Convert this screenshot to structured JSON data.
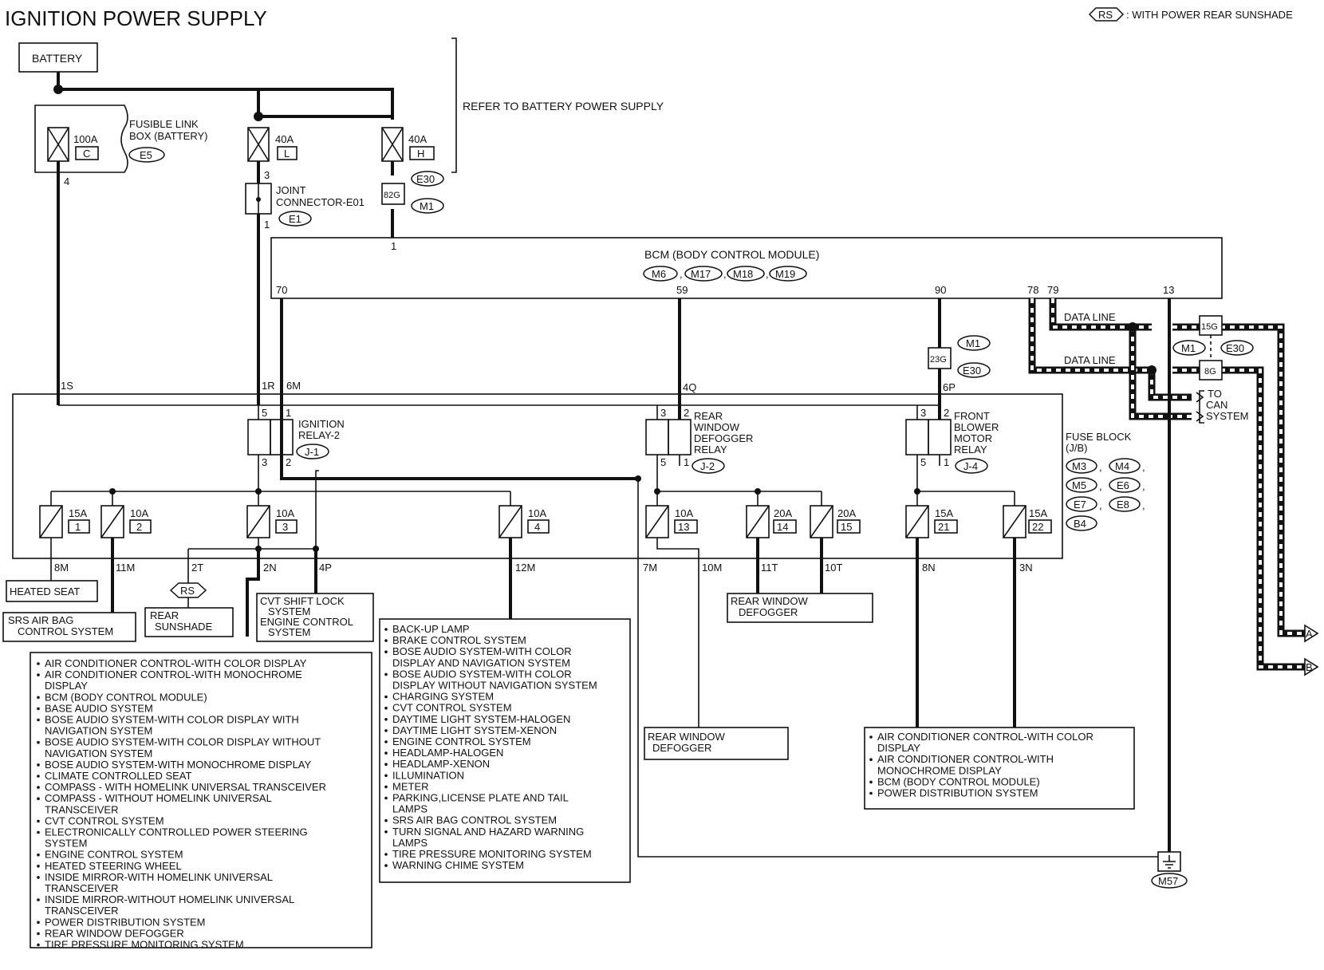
{
  "title": "IGNITION POWER SUPPLY",
  "legend": {
    "code": "RS",
    "text": ": WITH POWER REAR SUNSHADE"
  },
  "battery": "BATTERY",
  "refer_note": "REFER TO BATTERY POWER SUPPLY",
  "fusible_link": {
    "label1": "FUSIBLE LINK",
    "label2": "BOX (BATTERY)",
    "connector": "E5",
    "links": [
      {
        "amp": "100A",
        "letter": "C"
      },
      {
        "amp": "40A",
        "letter": "L"
      },
      {
        "amp": "40A",
        "letter": "H"
      }
    ]
  },
  "joint_connector": {
    "label1": "JOINT",
    "label2": "CONNECTOR-E01",
    "connector": "E1"
  },
  "terminals": {
    "t4": "4",
    "t3": "3",
    "t1": "1",
    "t1b": "1",
    "t70": "70",
    "t59": "59",
    "t90": "90",
    "t78": "78",
    "t79": "79",
    "t13": "13",
    "s1S": "1S",
    "s1R": "1R",
    "s6M": "6M",
    "s4Q": "4Q",
    "s6P": "6P"
  },
  "inline_connectors": {
    "c82G": "82G",
    "c23G": "23G",
    "c15G": "15G",
    "c8G": "8G",
    "e30": "E30",
    "m1": "M1"
  },
  "bcm": {
    "label": "BCM (BODY CONTROL MODULE)",
    "connectors": [
      "M6",
      "M17",
      "M18",
      "M19"
    ],
    "sep": ","
  },
  "data_line": "DATA LINE",
  "can": {
    "l1": "TO",
    "l2": "CAN",
    "l3": "SYSTEM"
  },
  "fuse_block": {
    "l1": "FUSE BLOCK",
    "l2": "(J/B)",
    "connectors": [
      "M3",
      "M4",
      "M5",
      "E6",
      "E7",
      "E8",
      "B4"
    ],
    "sep": ","
  },
  "relays": [
    {
      "lines": [
        "IGNITION",
        "RELAY-2"
      ],
      "conn": "J-1",
      "pins": [
        "5",
        "1",
        "3",
        "2"
      ]
    },
    {
      "lines": [
        "REAR",
        "WINDOW",
        "DEFOGGER",
        "RELAY"
      ],
      "conn": "J-2",
      "pins": [
        "3",
        "2",
        "5",
        "1"
      ]
    },
    {
      "lines": [
        "FRONT",
        "BLOWER",
        "MOTOR",
        "RELAY"
      ],
      "conn": "J-4",
      "pins": [
        "3",
        "2",
        "5",
        "1"
      ]
    }
  ],
  "fuses": [
    {
      "amp": "15A",
      "num": "1"
    },
    {
      "amp": "10A",
      "num": "2"
    },
    {
      "amp": "10A",
      "num": "3"
    },
    {
      "amp": "10A",
      "num": "4"
    },
    {
      "amp": "10A",
      "num": "13"
    },
    {
      "amp": "20A",
      "num": "14"
    },
    {
      "amp": "20A",
      "num": "15"
    },
    {
      "amp": "15A",
      "num": "21"
    },
    {
      "amp": "15A",
      "num": "22"
    }
  ],
  "outputs": [
    "8M",
    "11M",
    "2T",
    "2N",
    "4P",
    "12M",
    "7M",
    "10M",
    "11T",
    "10T",
    "8N",
    "3N"
  ],
  "ground": "M57",
  "offpage": [
    "A",
    "B"
  ],
  "lists": {
    "heated_seat": [
      "HEATED SEAT"
    ],
    "srs": [
      "SRS AIR BAG",
      "CONTROL SYSTEM"
    ],
    "rear_sunshade": [
      "REAR",
      "SUNSHADE"
    ],
    "cvt": [
      "CVT SHIFT LOCK",
      "SYSTEM",
      "ENGINE CONTROL",
      "SYSTEM"
    ],
    "defogger1": [
      "REAR WINDOW",
      "DEFOGGER"
    ],
    "defogger2": [
      "REAR WINDOW",
      "DEFOGGER"
    ],
    "big_left": [
      "AIR CONDITIONER CONTROL-WITH COLOR DISPLAY",
      "AIR CONDITIONER CONTROL-WITH MONOCHROME",
      "DISPLAY",
      "BCM (BODY CONTROL MODULE)",
      "BASE AUDIO SYSTEM",
      "BOSE AUDIO SYSTEM-WITH COLOR DISPLAY WITH",
      "NAVIGATION SYSTEM",
      "BOSE AUDIO SYSTEM-WITH COLOR DISPLAY WITHOUT",
      "NAVIGATION SYSTEM",
      "BOSE AUDIO SYSTEM-WITH MONOCHROME DISPLAY",
      "CLIMATE CONTROLLED SEAT",
      "COMPASS - WITH HOMELINK UNIVERSAL TRANSCEIVER",
      "COMPASS - WITHOUT HOMELINK UNIVERSAL",
      "TRANSCEIVER",
      "CVT CONTROL SYSTEM",
      "ELECTRONICALLY CONTROLLED POWER STEERING",
      "SYSTEM",
      "ENGINE CONTROL SYSTEM",
      "HEATED STEERING WHEEL",
      "INSIDE MIRROR-WITH HOMELINK UNIVERSAL",
      "TRANSCEIVER",
      "INSIDE MIRROR-WITHOUT HOMELINK UNIVERSAL",
      "TRANSCEIVER",
      "POWER DISTRIBUTION SYSTEM",
      "REAR WINDOW DEFOGGER",
      "TIRE PRESSURE MONITORING SYSTEM"
    ],
    "big_left_bullets": [
      1,
      1,
      0,
      1,
      1,
      1,
      0,
      1,
      0,
      1,
      1,
      1,
      1,
      0,
      1,
      1,
      0,
      1,
      1,
      1,
      0,
      1,
      0,
      1,
      1,
      1
    ],
    "middle": [
      "BACK-UP LAMP",
      "BRAKE CONTROL SYSTEM",
      "BOSE AUDIO SYSTEM-WITH COLOR",
      "DISPLAY AND NAVIGATION SYSTEM",
      "BOSE AUDIO SYSTEM-WITH COLOR",
      "DISPLAY WITHOUT NAVIGATION SYSTEM",
      "CHARGING SYSTEM",
      "CVT CONTROL SYSTEM",
      "DAYTIME LIGHT SYSTEM-HALOGEN",
      "DAYTIME LIGHT SYSTEM-XENON",
      "ENGINE CONTROL SYSTEM",
      "HEADLAMP-HALOGEN",
      "HEADLAMP-XENON",
      "ILLUMINATION",
      "METER",
      "PARKING,LICENSE PLATE AND TAIL",
      "LAMPS",
      "SRS AIR BAG CONTROL SYSTEM",
      "TURN SIGNAL AND HAZARD WARNING",
      "LAMPS",
      "TIRE PRESSURE MONITORING SYSTEM",
      "WARNING CHIME SYSTEM"
    ],
    "middle_bullets": [
      1,
      1,
      1,
      0,
      1,
      0,
      1,
      1,
      1,
      1,
      1,
      1,
      1,
      1,
      1,
      1,
      0,
      1,
      1,
      0,
      1,
      1
    ],
    "right": [
      "AIR CONDITIONER CONTROL-WITH COLOR",
      "DISPLAY",
      "AIR CONDITIONER CONTROL-WITH",
      "MONOCHROME DISPLAY",
      "BCM (BODY CONTROL MODULE)",
      "POWER DISTRIBUTION SYSTEM"
    ],
    "right_bullets": [
      1,
      0,
      1,
      0,
      1,
      1
    ]
  }
}
